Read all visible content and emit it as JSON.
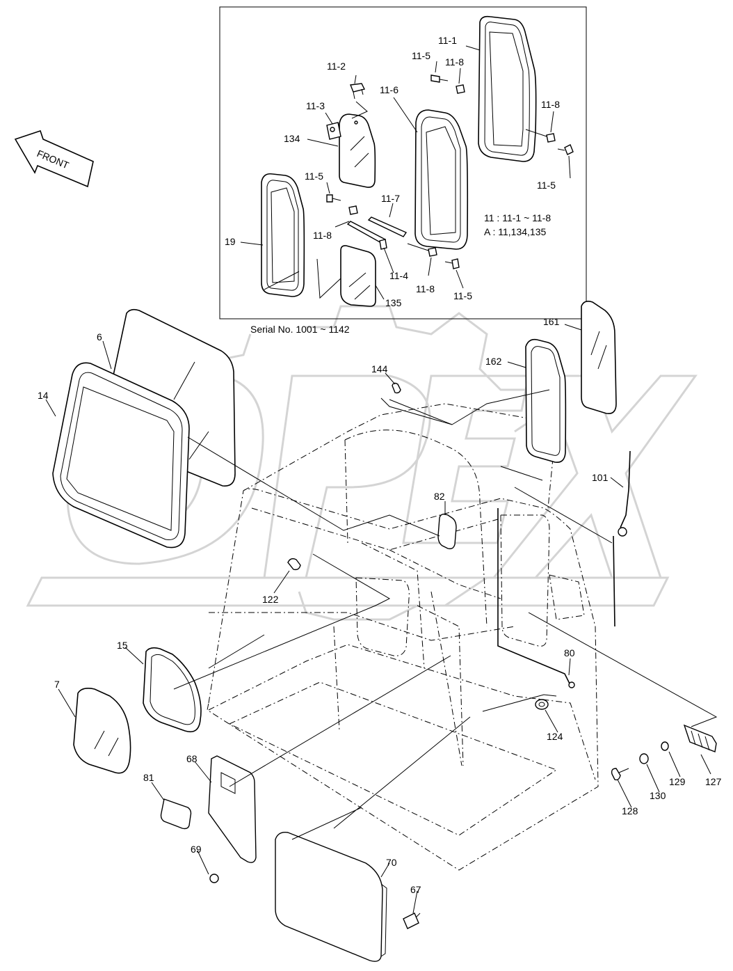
{
  "inset": {
    "serial_note": "Serial No. 1001 ~ 1142",
    "legend_line1": "11 : 11-1 ~ 11-8",
    "legend_line2": "A : 11,134,135",
    "labels": {
      "p11_1": "11-1",
      "p11_5a": "11-5",
      "p11_8a": "11-8",
      "p11_2": "11-2",
      "p11_6": "11-6",
      "p11_3": "11-3",
      "p134": "134",
      "p11_8b": "11-8",
      "p11_5b": "11-5",
      "p11_5c": "11-5",
      "p11_7": "11-7",
      "p19": "19",
      "p11_8c": "11-8",
      "p11_4": "11-4",
      "p11_8d": "11-8",
      "p11_5d": "11-5",
      "p135": "135"
    }
  },
  "front_arrow": "FRONT",
  "watermark": "OPEX",
  "main": {
    "labels": {
      "p6": "6",
      "p14": "14",
      "p144": "144",
      "p161": "161",
      "p162": "162",
      "p101": "101",
      "p82": "82",
      "p122": "122",
      "p15": "15",
      "p7": "7",
      "p80": "80",
      "p124": "124",
      "p68": "68",
      "p81": "81",
      "p69": "69",
      "p70": "70",
      "p67": "67",
      "p128": "128",
      "p130": "130",
      "p129": "129",
      "p127": "127"
    }
  }
}
